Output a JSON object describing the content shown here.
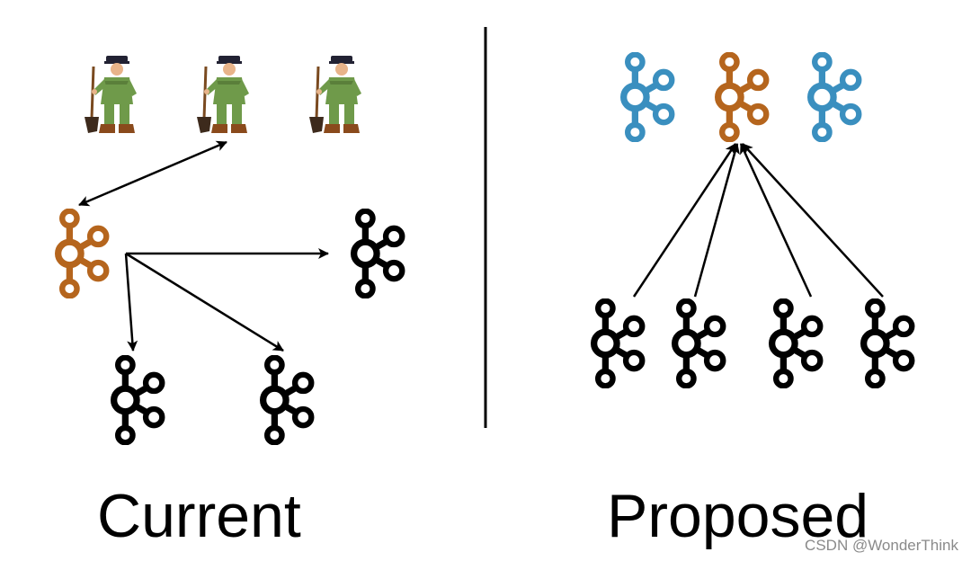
{
  "colors": {
    "black": "#000000",
    "orange": "#b5651d",
    "blue": "#3a8fbf",
    "zookeeper_uniform": "#6f9a4a",
    "arrow": "#000000",
    "divider": "#000000"
  },
  "captions": {
    "current": "Current",
    "proposed": "Proposed"
  },
  "watermark": "CSDN @WonderThink",
  "current": {
    "zookeepers": [
      {
        "icon": "zookeeper-figure-icon"
      },
      {
        "icon": "zookeeper-figure-icon"
      },
      {
        "icon": "zookeeper-figure-icon"
      }
    ],
    "controller_node": {
      "icon": "kafka-logo-icon",
      "color": "orange"
    },
    "broker_nodes": [
      {
        "icon": "kafka-logo-icon",
        "color": "black"
      },
      {
        "icon": "kafka-logo-icon",
        "color": "black"
      },
      {
        "icon": "kafka-logo-icon",
        "color": "black"
      }
    ]
  },
  "proposed": {
    "controller_quorum": [
      {
        "icon": "kafka-logo-icon",
        "color": "blue"
      },
      {
        "icon": "kafka-logo-icon",
        "color": "orange"
      },
      {
        "icon": "kafka-logo-icon",
        "color": "blue"
      }
    ],
    "broker_nodes": [
      {
        "icon": "kafka-logo-icon",
        "color": "black"
      },
      {
        "icon": "kafka-logo-icon",
        "color": "black"
      },
      {
        "icon": "kafka-logo-icon",
        "color": "black"
      },
      {
        "icon": "kafka-logo-icon",
        "color": "black"
      }
    ]
  }
}
